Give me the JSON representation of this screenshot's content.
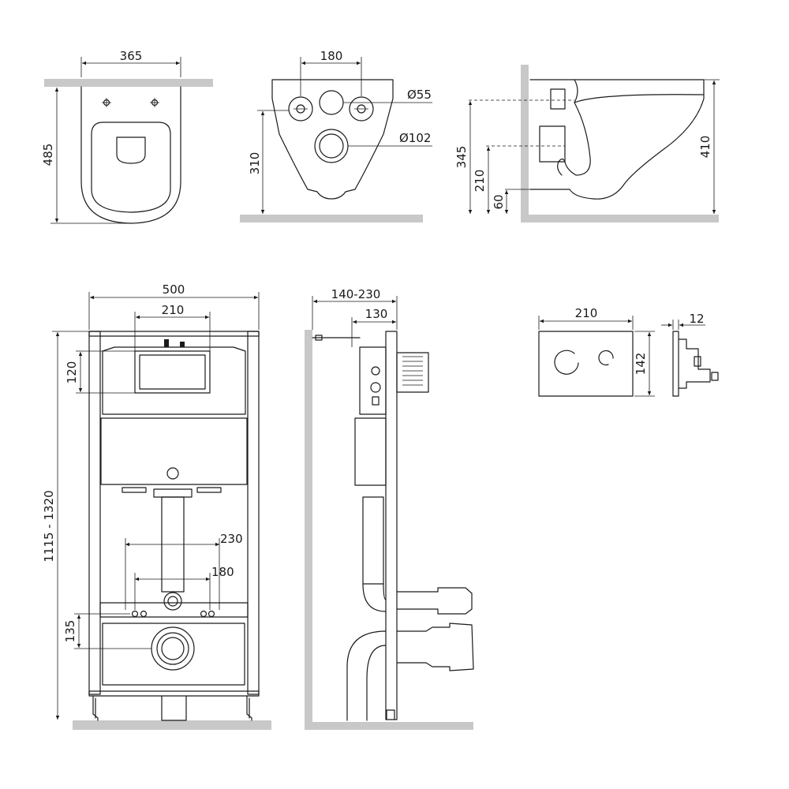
{
  "top_view": {
    "width": "365",
    "depth": "485"
  },
  "rear_view": {
    "bolt_spacing": "180",
    "small_hole": "Ø55",
    "outlet": "Ø102",
    "height": "310"
  },
  "side_view": {
    "inlet_height": "345",
    "outlet_height": "210",
    "bottom_height": "60",
    "total_height": "410"
  },
  "frame_front": {
    "width": "500",
    "panel_width": "210",
    "panel_height": "120",
    "height": "1115 - 1320",
    "stud_outer": "230",
    "stud_inner": "180",
    "outlet_height": "135"
  },
  "frame_side": {
    "depth_range": "140-230",
    "depth": "130"
  },
  "flush_plate": {
    "width": "210",
    "height": "142",
    "thickness": "12"
  },
  "colors": {
    "line": "#1a1a1a",
    "ground": "#c8c8c8",
    "background": "#ffffff"
  }
}
